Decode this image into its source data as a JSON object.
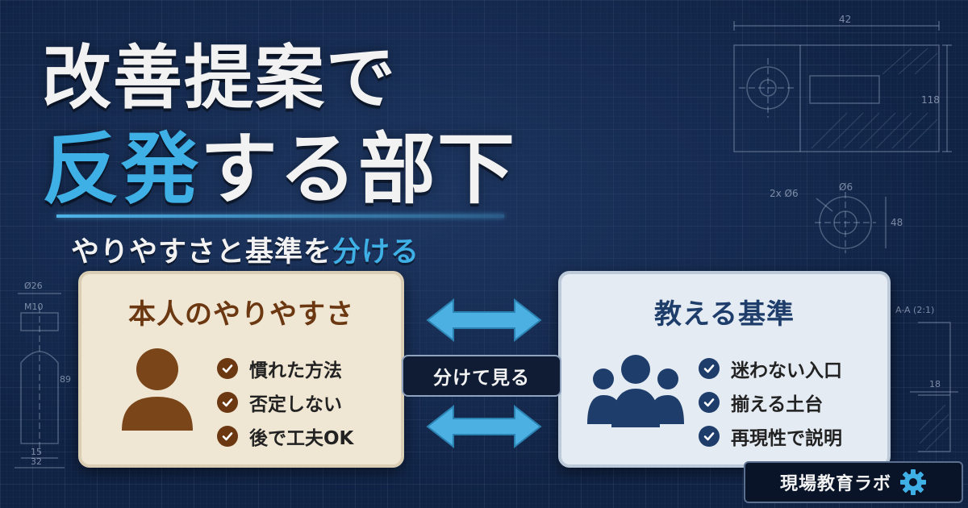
{
  "title": {
    "line1": "改善提案で",
    "line2_accent": "反発",
    "line2_rest": "する部下"
  },
  "subtitle": {
    "main": "やりやすさと基準を",
    "accent": "分ける"
  },
  "left_card": {
    "title": "本人のやりやすさ",
    "items": [
      "慣れた方法",
      "否定しない",
      "後で工夫OK"
    ]
  },
  "right_card": {
    "title": "教える基準",
    "items": [
      "迷わない入口",
      "揃える土台",
      "再現性で説明"
    ]
  },
  "middle_label": "分けて見る",
  "brand": "現場教育ラボ",
  "drawing_labels": {
    "dim_42": "42",
    "dim_118": "118",
    "hole_2x6": "2x Ø6",
    "hole_6": "Ø6",
    "dim_48": "48",
    "section": "A-A (2:1)",
    "dim_18": "18",
    "dia_26": "Ø26",
    "m10": "M10",
    "dim_89": "89",
    "dim_15": "15",
    "dim_32": "32"
  },
  "colors": {
    "accent_blue": "#3fb0e6",
    "brown": "#6b3812",
    "navy": "#1e3d6b",
    "background": "#102345"
  }
}
